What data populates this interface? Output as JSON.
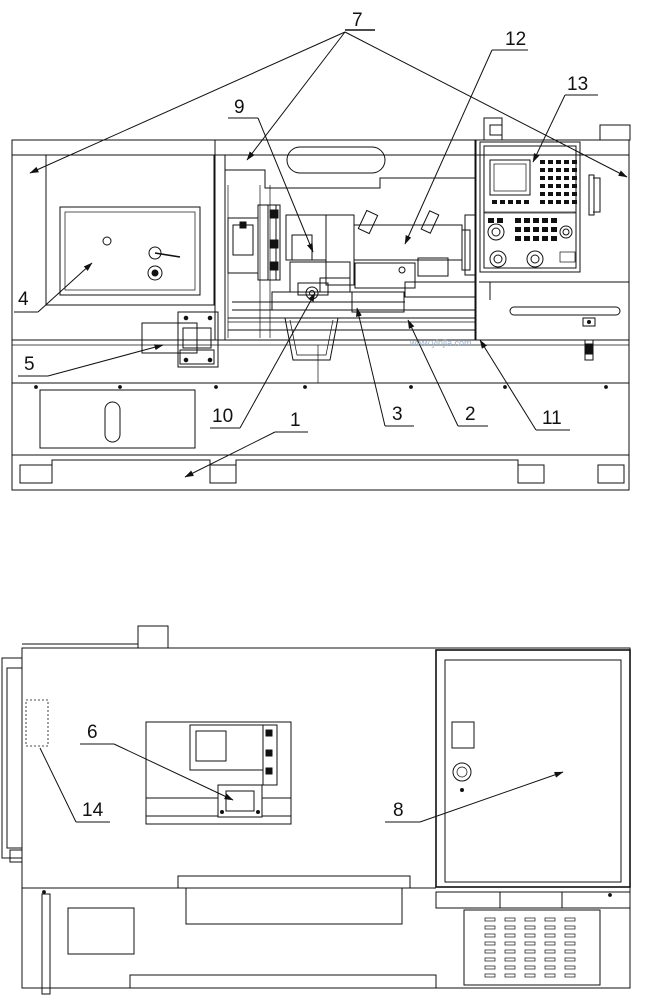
{
  "labels": {
    "n1": "1",
    "n2": "2",
    "n3": "3",
    "n4": "4",
    "n5": "5",
    "n6": "6",
    "n7": "7",
    "n8": "8",
    "n9": "9",
    "n10": "10",
    "n11": "11",
    "n12": "12",
    "n13": "13",
    "n14": "14"
  },
  "watermark": "www.yinjia.com"
}
